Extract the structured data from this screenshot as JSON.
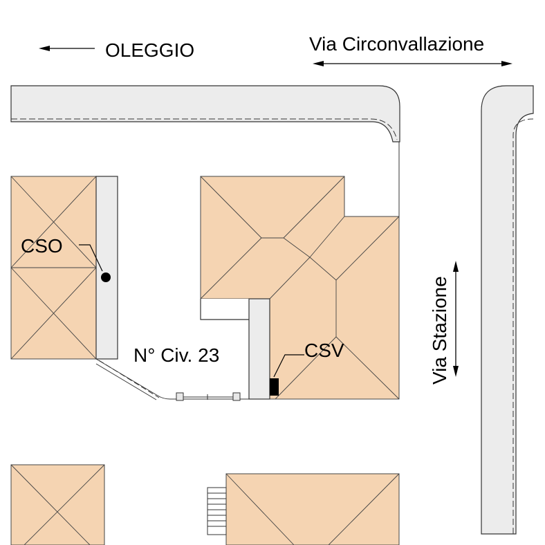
{
  "labels": {
    "oleggio": "OLEGGIO",
    "via_circonvallazione": "Via Circonvallazione",
    "via_stazione": "Via Stazione",
    "civic_number": "N° Civ. 23",
    "cso": "CSO",
    "csv": "CSV"
  },
  "colors": {
    "building_roof": "#f5d4b2",
    "sidewalk": "#ececec",
    "outline": "#333333"
  }
}
